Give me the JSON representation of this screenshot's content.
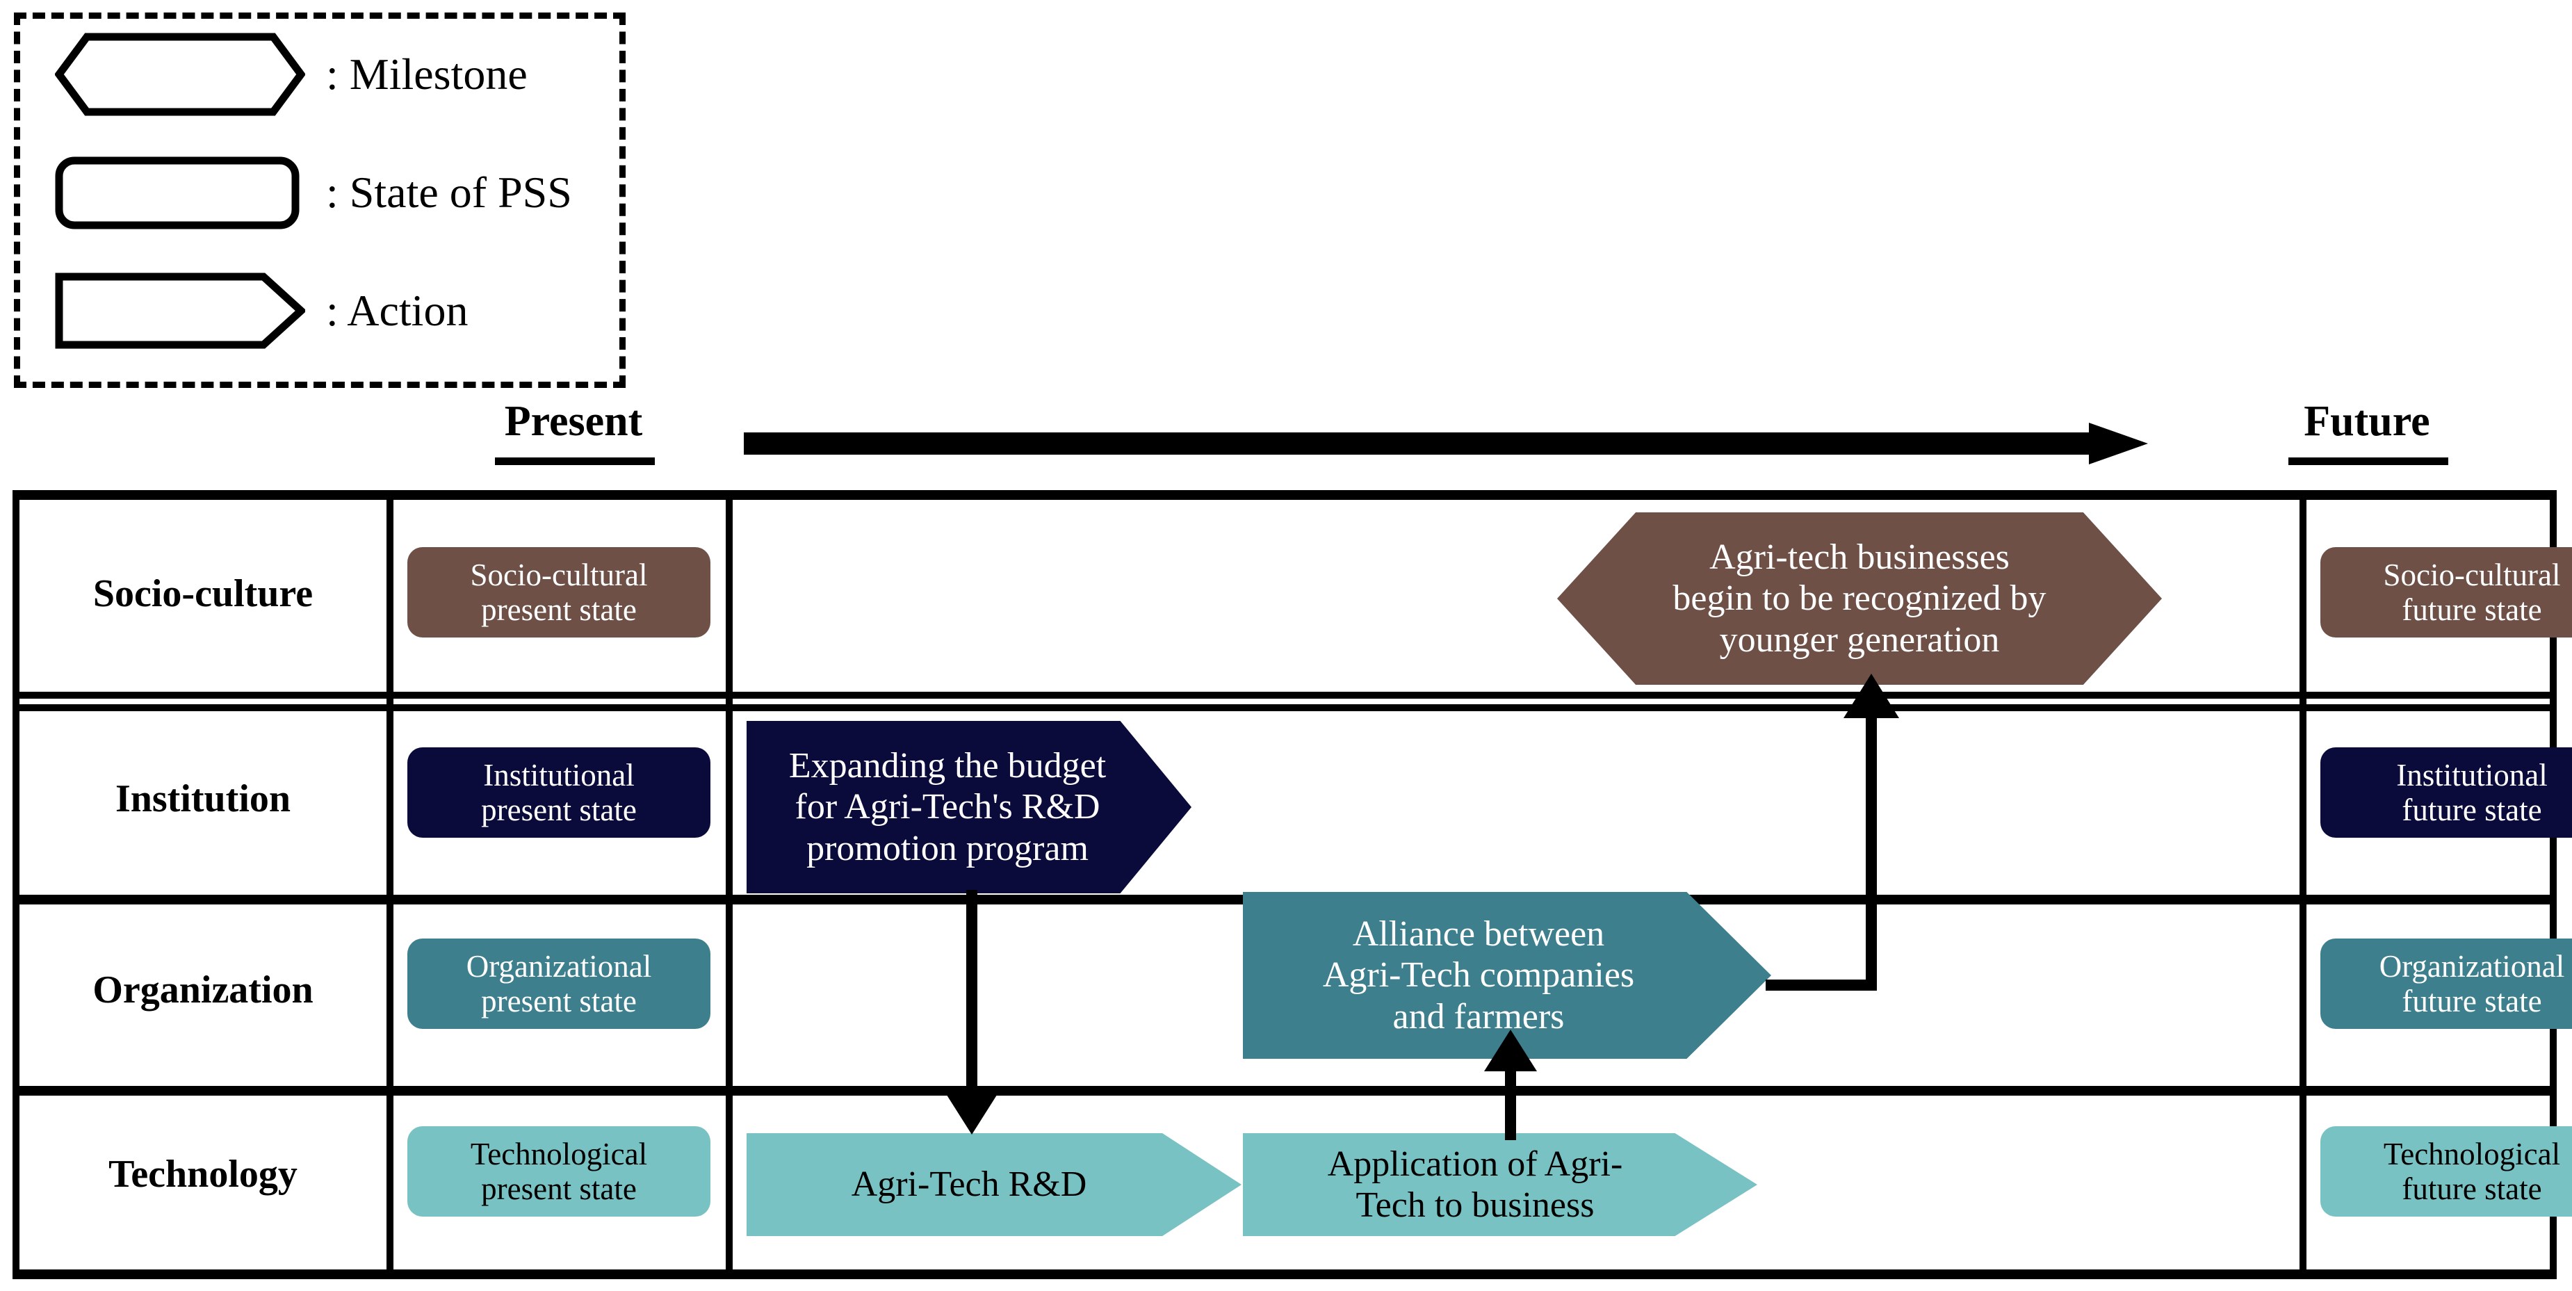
{
  "legend": {
    "items": [
      {
        "shape": "hexagon",
        "icon_name": "hexagon-milestone-icon",
        "label": ": Milestone"
      },
      {
        "shape": "rounded-rect",
        "icon_name": "rounded-rect-state-icon",
        "label": ": State of PSS"
      },
      {
        "shape": "arrow-pentagon",
        "icon_name": "pentagon-action-icon",
        "label": ": Action"
      }
    ]
  },
  "timeline": {
    "present_label": "Present",
    "future_label": "Future",
    "arrow_name": "time-direction-arrow"
  },
  "colors": {
    "socio_culture": "#6E5047",
    "institution": "#0B0B3B",
    "organization": "#3E7F8E",
    "technology": "#79C2C4",
    "line": "#000000",
    "text_light": "#FFFFFF",
    "text_dark": "#000000"
  },
  "rows": [
    {
      "id": "socio-culture",
      "label": "Socio-culture",
      "color": "#6E5047",
      "text_color": "#FFFFFF",
      "present_state": "Socio-cultural\npresent state",
      "future_state": "Socio-cultural\nfuture state"
    },
    {
      "id": "institution",
      "label": "Institution",
      "color": "#0B0B3B",
      "text_color": "#FFFFFF",
      "present_state": "Institutional\npresent state",
      "future_state": "Institutional\nfuture state"
    },
    {
      "id": "organization",
      "label": "Organization",
      "color": "#3E7F8E",
      "text_color": "#FFFFFF",
      "present_state": "Organizational\npresent state",
      "future_state": "Organizational\nfuture state"
    },
    {
      "id": "technology",
      "label": "Technology",
      "color": "#79C2C4",
      "text_color": "#000000",
      "present_state": "Technological\npresent state",
      "future_state": "Technological\nfuture state"
    }
  ],
  "nodes": [
    {
      "id": "milestone-agritech-recognition",
      "row": "socio-culture",
      "type": "milestone",
      "text": "Agri-tech businesses\nbegin to be recognized by\nyounger generation",
      "color": "#6E5047",
      "text_color": "#FFFFFF"
    },
    {
      "id": "action-expanding-budget",
      "row": "institution",
      "type": "action",
      "text": "Expanding the budget\nfor Agri-Tech's R&D\npromotion program",
      "color": "#0B0B3B",
      "text_color": "#FFFFFF"
    },
    {
      "id": "action-alliance",
      "row": "organization",
      "type": "action",
      "text": "Alliance between\nAgri-Tech companies\nand farmers",
      "color": "#3E7F8E",
      "text_color": "#FFFFFF"
    },
    {
      "id": "action-agritech-rnd",
      "row": "technology",
      "type": "action",
      "text": "Agri-Tech R&D",
      "color": "#79C2C4",
      "text_color": "#000000"
    },
    {
      "id": "action-application-business",
      "row": "technology",
      "type": "action",
      "text": "Application of Agri-\nTech to business",
      "color": "#79C2C4",
      "text_color": "#000000"
    }
  ],
  "connectors": [
    {
      "id": "budget-to-rnd",
      "from": "action-expanding-budget",
      "to": "action-agritech-rnd",
      "direction": "down"
    },
    {
      "id": "application-to-alliance",
      "from": "action-application-business",
      "to": "action-alliance",
      "direction": "up"
    },
    {
      "id": "alliance-to-milestone",
      "from": "action-alliance",
      "to": "milestone-agritech-recognition",
      "direction": "right-then-up"
    }
  ]
}
